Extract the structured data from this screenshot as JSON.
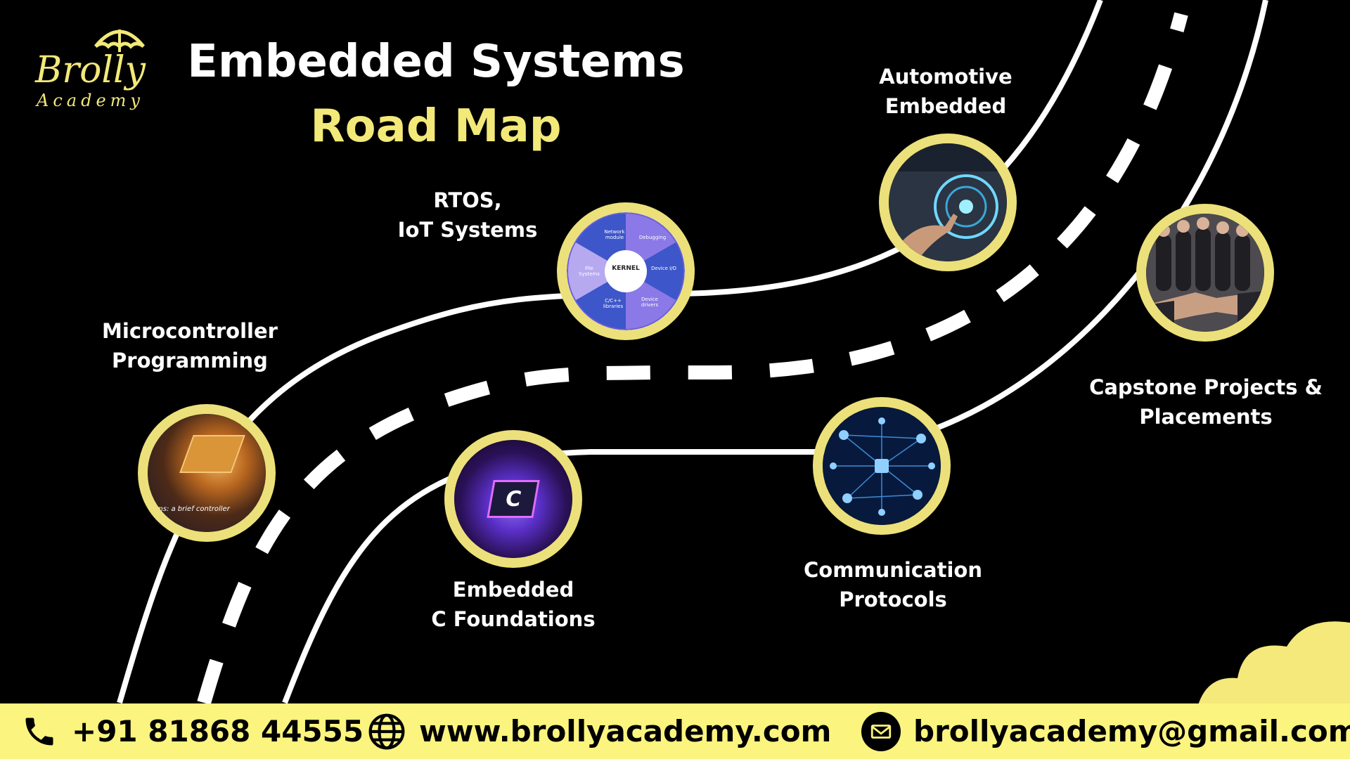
{
  "brand": {
    "name": "Brolly",
    "subtitle": "Academy"
  },
  "title": {
    "line1": "Embedded Systems",
    "line2": "Road Map"
  },
  "milestones": [
    {
      "line1": "Microcontroller",
      "line2": "Programming",
      "icon": "microchip-image"
    },
    {
      "line1": "Embedded",
      "line2": "C Foundations",
      "icon": "c-chip-image"
    },
    {
      "line1": "RTOS,",
      "line2": "IoT Systems",
      "icon": "kernel-diagram-image"
    },
    {
      "line1": "Communication",
      "line2": "Protocols",
      "icon": "network-image"
    },
    {
      "line1": "Automotive",
      "line2": "Embedded",
      "icon": "car-dashboard-image"
    },
    {
      "line1": "Capstone Projects &",
      "line2": "Placements",
      "icon": "handshake-image"
    }
  ],
  "kernel": {
    "center": "KERNEL",
    "segments": [
      "Network module",
      "Debugging",
      "Device I/O",
      "Device drivers",
      "C/C++ libraries",
      "File Systems"
    ]
  },
  "chip_caption": "ms: a brief controller",
  "c_chip_letter": "C",
  "contact": {
    "phone": "+91 81868 44555",
    "website": "www.brollyacademy.com",
    "email": "brollyacademy@gmail.com"
  },
  "colors": {
    "accent_yellow": "#f2e979",
    "ring_yellow": "#ece07a",
    "footer_yellow": "#fbf47e",
    "background": "#000000"
  }
}
